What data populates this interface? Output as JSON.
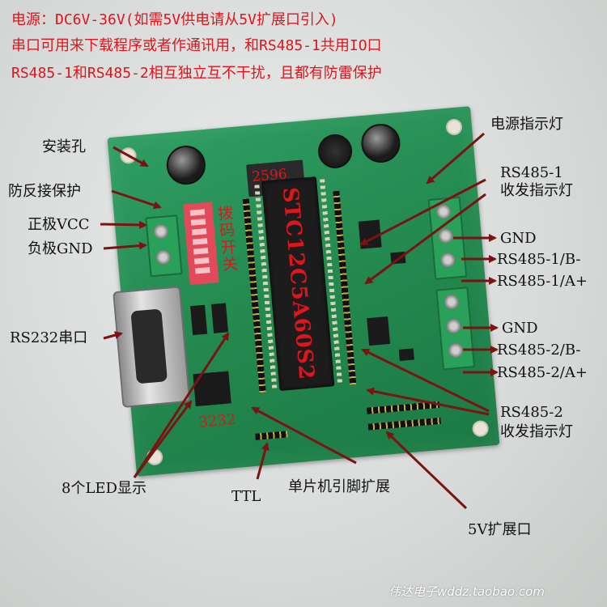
{
  "header": {
    "line1": "电源：DC6V-36V(如需5V供电请从5V扩展口引入)",
    "line2": "串口可用来下载程序或者作通讯用，和RS485-1共用IO口",
    "line3": "RS485-1和RS485-2相互独立互不干扰，且都有防雷保护"
  },
  "board": {
    "mcu_label": "STC12C5A60S2",
    "regulator_label": "2596",
    "switch_label": "拨码开关",
    "chip3232_label": "3232"
  },
  "callouts": {
    "power_led": "电源指示灯",
    "mount_hole": "安装孔",
    "reverse_protect": "防反接保护",
    "vcc": "正极VCC",
    "gnd": "负极GND",
    "rs485_1_led_a": "RS485-1",
    "rs485_1_led_b": "收发指示灯",
    "gnd1": "GND",
    "b1": "RS485-1/B-",
    "a1": "RS485-1/A+",
    "rs232": "RS232串口",
    "gnd2": "GND",
    "b2": "RS485-2/B-",
    "a2": "RS485-2/A+",
    "rs485_2_led_a": "RS485-2",
    "rs485_2_led_b": "收发指示灯",
    "led8": "8个LED显示",
    "ttl": "TTL",
    "mcu_pins": "单片机引脚扩展",
    "ext5v": "5V扩展口"
  },
  "watermark": "伟达电子wddz.taobao.com",
  "colors": {
    "header_text": "#e0141b",
    "arrow": "#7a1414",
    "board": "#23894f"
  }
}
